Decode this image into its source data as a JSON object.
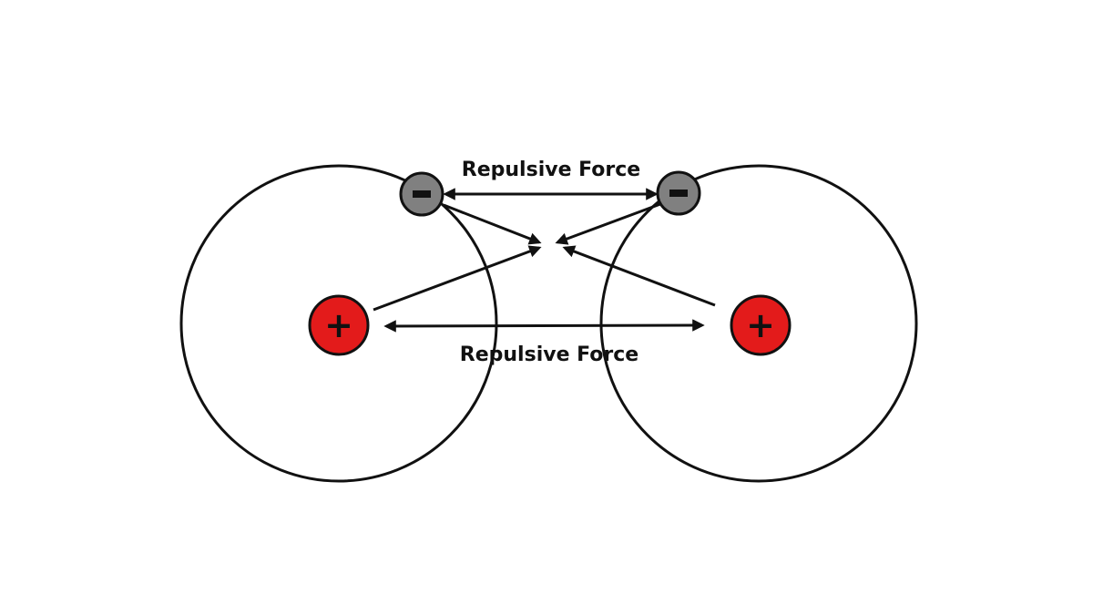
{
  "diagram": {
    "title": "Repulsive forces between two hydrogen atoms",
    "labels": {
      "electron_repulsion": "Repulsive Force",
      "nucleus_repulsion": "Repulsive Force"
    },
    "nodes": {
      "left_nucleus": {
        "sign": "+",
        "kind": "proton"
      },
      "right_nucleus": {
        "sign": "+",
        "kind": "proton"
      },
      "left_electron": {
        "sign": "−",
        "kind": "electron"
      },
      "right_electron": {
        "sign": "−",
        "kind": "electron"
      }
    },
    "colors": {
      "proton": "#e31b1b",
      "electron": "#808080",
      "stroke": "#111111",
      "background": "#ffffff"
    },
    "edges": [
      {
        "from": "left_electron",
        "to": "right_electron",
        "type": "double-arrow",
        "label": "Repulsive Force"
      },
      {
        "from": "left_nucleus",
        "to": "right_nucleus",
        "type": "double-arrow",
        "label": "Repulsive Force"
      },
      {
        "from": "left_electron",
        "to": "center",
        "type": "arrow"
      },
      {
        "from": "left_nucleus",
        "to": "center",
        "type": "arrow"
      },
      {
        "from": "right_electron",
        "to": "center",
        "type": "arrow"
      },
      {
        "from": "right_nucleus",
        "to": "center",
        "type": "arrow"
      }
    ]
  }
}
